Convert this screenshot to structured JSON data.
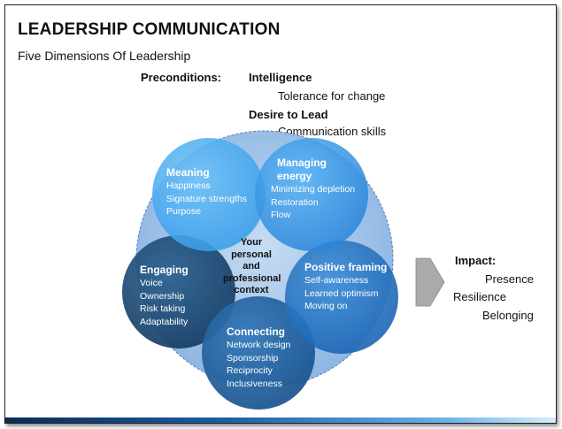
{
  "title": "LEADERSHIP COMMUNICATION",
  "subtitle": "Five Dimensions Of Leadership",
  "preconditions": {
    "label": "Preconditions:",
    "groups": [
      {
        "heading": "Intelligence",
        "item": "Tolerance for change"
      },
      {
        "heading": "Desire to Lead",
        "item": "Communication skills"
      }
    ]
  },
  "center": {
    "lines": [
      "Your",
      "personal",
      "and",
      "professional",
      "context"
    ]
  },
  "dimensions": [
    {
      "title": "Meaning",
      "items": [
        "Happiness",
        "Signature strengths",
        "Purpose"
      ],
      "color": "#45a9ee"
    },
    {
      "title": "Managing energy",
      "items": [
        "Minimizing depletion",
        "Restoration",
        "Flow"
      ],
      "color": "#2f8fe0"
    },
    {
      "title": "Positive framing",
      "items": [
        "Self-awareness",
        "Learned optimism",
        "Moving on"
      ],
      "color": "#1f6fc2"
    },
    {
      "title": "Connecting",
      "items": [
        "Network design",
        "Sponsorship",
        "Reciprocity",
        "Inclusiveness"
      ],
      "color": "#1b5b9b"
    },
    {
      "title": "Engaging",
      "items": [
        "Voice",
        "Ownership",
        "Risk taking",
        "Adaptability"
      ],
      "color": "#1b4c7e"
    }
  ],
  "impact": {
    "label": "Impact:",
    "items": [
      "Presence",
      "Resilience",
      "Belonging"
    ]
  },
  "colors": {
    "big_circle": "#9fc3e8",
    "arrow": "#aaaaaa"
  }
}
